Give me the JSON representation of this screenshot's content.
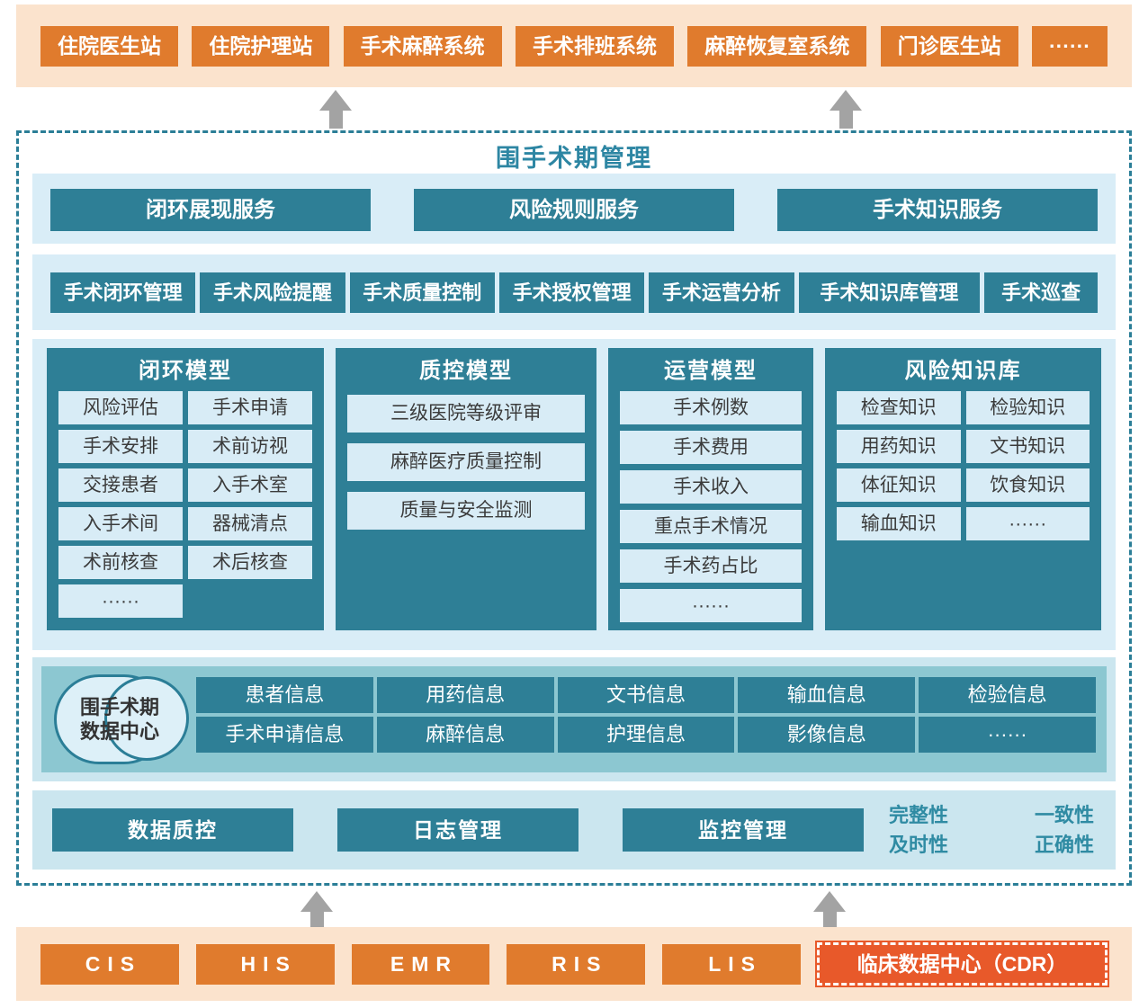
{
  "colors": {
    "orange": "#e07b2d",
    "peach_band": "#fbe3cd",
    "teal": "#2e7f96",
    "light_blue_band": "#d9edf7",
    "data_center_panel": "#8cc7d1",
    "cdr_orange": "#e8592a",
    "title_teal": "#2d86a3",
    "arrow_gray": "#a3a3a3"
  },
  "top_systems": [
    "住院医生站",
    "住院护理站",
    "手术麻醉系统",
    "手术排班系统",
    "麻醉恢复室系统",
    "门诊医生站",
    "······"
  ],
  "main": {
    "title": "围手术期管理",
    "services": [
      "闭环展现服务",
      "风险规则服务",
      "手术知识服务"
    ],
    "functions": [
      "手术闭环管理",
      "手术风险提醒",
      "手术质量控制",
      "手术授权管理",
      "手术运营分析",
      "手术知识库管理",
      "手术巡查"
    ],
    "models": [
      {
        "title": "闭环模型",
        "cells": [
          "风险评估",
          "手术申请",
          "手术安排",
          "术前访视",
          "交接患者",
          "入手术室",
          "入手术间",
          "器械清点",
          "术前核查",
          "术后核查",
          "······"
        ]
      },
      {
        "title": "质控模型",
        "cells": [
          "三级医院等级评审",
          "麻醉医疗质量控制",
          "质量与安全监测"
        ]
      },
      {
        "title": "运营模型",
        "cells": [
          "手术例数",
          "手术费用",
          "手术收入",
          "重点手术情况",
          "手术药占比",
          "······"
        ]
      },
      {
        "title": "风险知识库",
        "cells": [
          "检查知识",
          "检验知识",
          "用药知识",
          "文书知识",
          "体征知识",
          "饮食知识",
          "输血知识",
          "······"
        ]
      }
    ],
    "data_center": {
      "label_line1": "围手术期",
      "label_line2": "数据中心",
      "row1": [
        "患者信息",
        "用药信息",
        "文书信息",
        "输血信息",
        "检验信息"
      ],
      "row2": [
        "手术申请信息",
        "麻醉信息",
        "护理信息",
        "影像信息",
        "······"
      ]
    },
    "governance": {
      "buttons": [
        "数据质控",
        "日志管理",
        "监控管理"
      ],
      "qualities": [
        "完整性",
        "一致性",
        "及时性",
        "正确性"
      ]
    }
  },
  "bottom_systems": [
    "CIS",
    "HIS",
    "EMR",
    "RIS",
    "LIS"
  ],
  "cdr_label": "临床数据中心（CDR）"
}
